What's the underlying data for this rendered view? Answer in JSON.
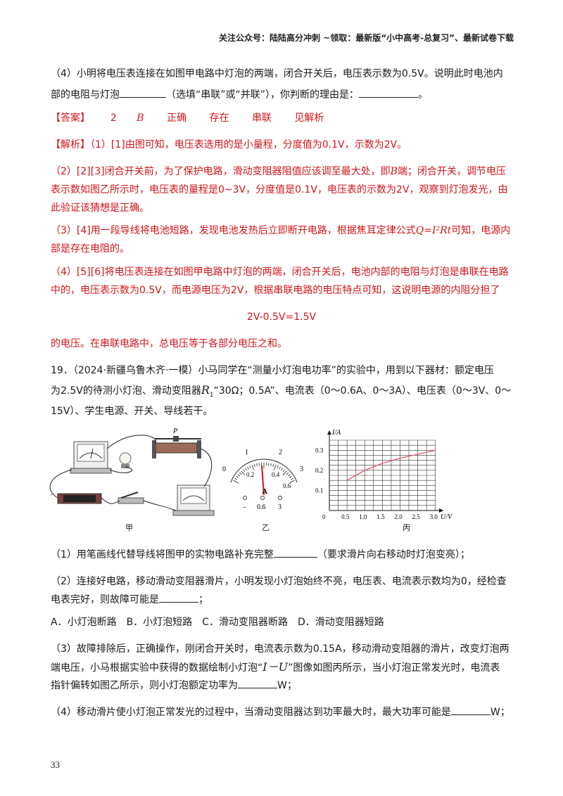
{
  "header": "关注公众号：陆陆高分冲刺 ~领取：最新版“小中高考-总复习”、最新试卷下载",
  "q4": {
    "line1": "（4）小明将电压表连接在如图甲电路中灯泡的两端，闭合开关后，电压表示数为0.5V。说明此时电池内",
    "line2a": "部的电阻与灯泡",
    "line2b": "（选填“串联”或“并联”），你判断的理由是：",
    "line2c": "。"
  },
  "answer": {
    "label": "【答案】",
    "items": [
      "2",
      "B",
      "正确",
      "存在",
      "串联",
      "见解析"
    ]
  },
  "analysis": {
    "label": "【解析】",
    "p1": "（1）[1]由图可知，电压表选用的是小量程，分度值为0.1V，示数为2V。",
    "p2_l1a": "（2）[2][3]闭合开关前，为了保护电路，滑动变阻器阻值应该调至最大处，即",
    "p2_l1b": "B",
    "p2_l1c": "端；闭合开关，调节电压",
    "p2_l2": "表示数如图乙所示时，电压表的量程是0~3V，分度值是0.1V，电压表的示数为2V，观察到灯泡发光，由",
    "p2_l3": "此验证该猜想是正确。",
    "p3_l1a": "（3）[4]用一段导线将电池短路，发现电池发热后立即断开电路，根据焦耳定律公式",
    "p3_formula": "Q=I²Rt",
    "p3_l1b": "可知，电源内",
    "p3_l2": "部是存在电阻的。",
    "p4_l1": "（4）[5][6]将电压表连接在如图甲电路中灯泡的两端，闭合开关后，电池内部的电阻与灯泡是串联在电路",
    "p4_l2": "中的，电压表示数为0.5V，而电源电压为2V，根据串联电路的电压特点可知，这说明电源的内阻分担了",
    "p4_eq": "2V-0.5V=1.5V",
    "p4_l3": "的电压。在串联电路中，总电压等于各部分电压之和。"
  },
  "q19": {
    "l1": "19．（2024·新疆乌鲁木齐·一模）小马同学在“测量小灯泡电功率”的实验中，用到以下器材：额定电压",
    "l2a": "为2.5V的待测小灯泡、滑动变阻器",
    "l2_r": "R",
    "l2_sub": "1",
    "l2b": "“30Ω；0.5A”、电流表（0～0.6A、0～3A）、电压表（0～3V、0～",
    "l3": "15V）、学生电源、开关、导线若干。"
  },
  "figure": {
    "cap_jia": "甲",
    "cap_yi": "乙",
    "cap_bing": "丙",
    "meter": {
      "ticks_top": [
        "0",
        "1",
        "2",
        "3"
      ],
      "ticks_bottom": [
        "0.2",
        "0.4",
        "0.6"
      ],
      "unit": "A",
      "terminals": [
        "-",
        "0.6",
        "3"
      ]
    },
    "p_label": "P"
  },
  "chart_data": {
    "type": "line",
    "xlabel": "U/V",
    "ylabel": "I/A",
    "xlim": [
      0,
      3.0
    ],
    "ylim": [
      0,
      0.35
    ],
    "x_ticks": [
      "0.5",
      "1.0",
      "1.5",
      "2.0",
      "2.5",
      "3.0"
    ],
    "y_ticks": [
      "0.1",
      "0.2",
      "0.3"
    ],
    "origin_label": "0",
    "grid": true,
    "series": [
      {
        "x": [
          0.5,
          1.0,
          1.5,
          2.0,
          2.5,
          3.0
        ],
        "y": [
          0.15,
          0.2,
          0.235,
          0.26,
          0.28,
          0.3
        ]
      }
    ]
  },
  "q19_parts": {
    "s1a": "（1）用笔画线代替导线将图甲的实物电路补充完整",
    "s1b": "（要求滑片向右移动时灯泡变亮）；",
    "s2_l1": "（2）连接好电路，移动滑动变阻器滑片，小明发现小灯泡始终不亮，电压表、电流表示数均为0，经检查",
    "s2_l2a": "电表完好，则故障可能是",
    "s2_l2b": "；",
    "options": "A．小灯泡断路　B．小灯泡短路　C．滑动变阻器断路　D．滑动变阻器短路",
    "s3_l1": "（3）故障排除后，正确操作，刚闭合开关时，电流表示数为0.15A，移动滑动变阻器的滑片，改变灯泡两",
    "s3_l2a": "端电压，小马根据实验中获得的数据绘制小灯泡“",
    "s3_iu": "I－U",
    "s3_l2b": "”图像如图丙所示，当小灯泡正常发光时，电流表",
    "s3_l3a": "指针偏转如图乙所示，则小灯泡额定功率为",
    "s3_l3b": "W；",
    "s4a": "（4）移动滑片使小灯泡正常发光的过程中，当滑动变阻器达到功率最大时，最大功率可能是",
    "s4b": "W；"
  },
  "page_number": "33"
}
